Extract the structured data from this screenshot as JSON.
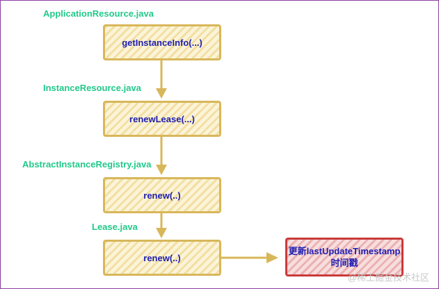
{
  "labels": {
    "application_resource": "ApplicationResource.java",
    "instance_resource": "InstanceResource.java",
    "abstract_instance_registry": "AbstractInstanceRegistry.java",
    "lease": "Lease.java"
  },
  "boxes": {
    "get_instance_info": "getInstanceInfo(...)",
    "renew_lease": "renewLease(...)",
    "registry_renew": "renew(..)",
    "lease_renew": "renew(..)"
  },
  "result": {
    "line1": "更新lastUpdateTimestamp",
    "line2": "时间戳"
  },
  "colors": {
    "label": "#21c98a",
    "box_border": "#d8b75a",
    "method_text": "#1f1fb4",
    "result_border": "#c93a3a"
  },
  "watermark": "@稀土掘金技术社区"
}
